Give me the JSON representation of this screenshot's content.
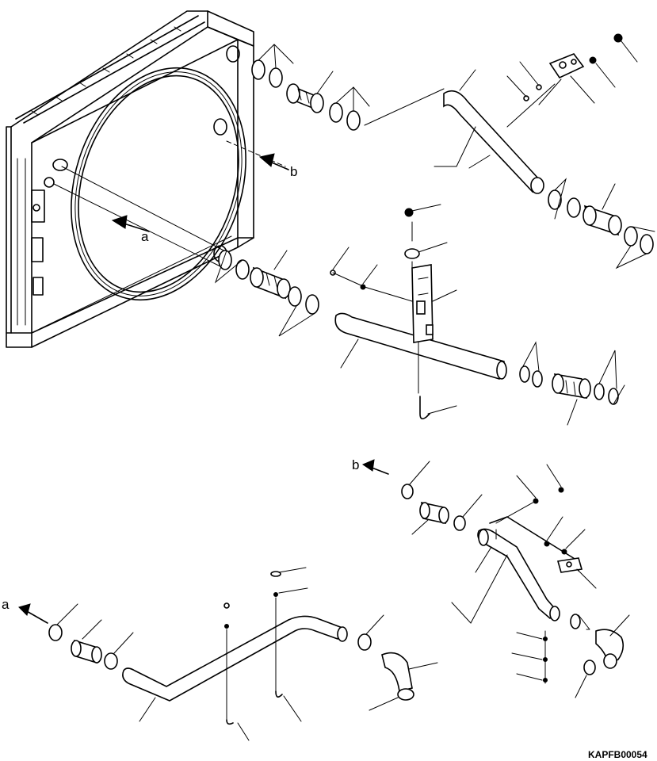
{
  "labels": {
    "a_top": "a",
    "b_top": "b",
    "b_detail": "b",
    "a_detail": "a"
  },
  "drawing_code": "KAPFB00054",
  "colors": {
    "ink": "#000000",
    "paper": "#ffffff"
  }
}
